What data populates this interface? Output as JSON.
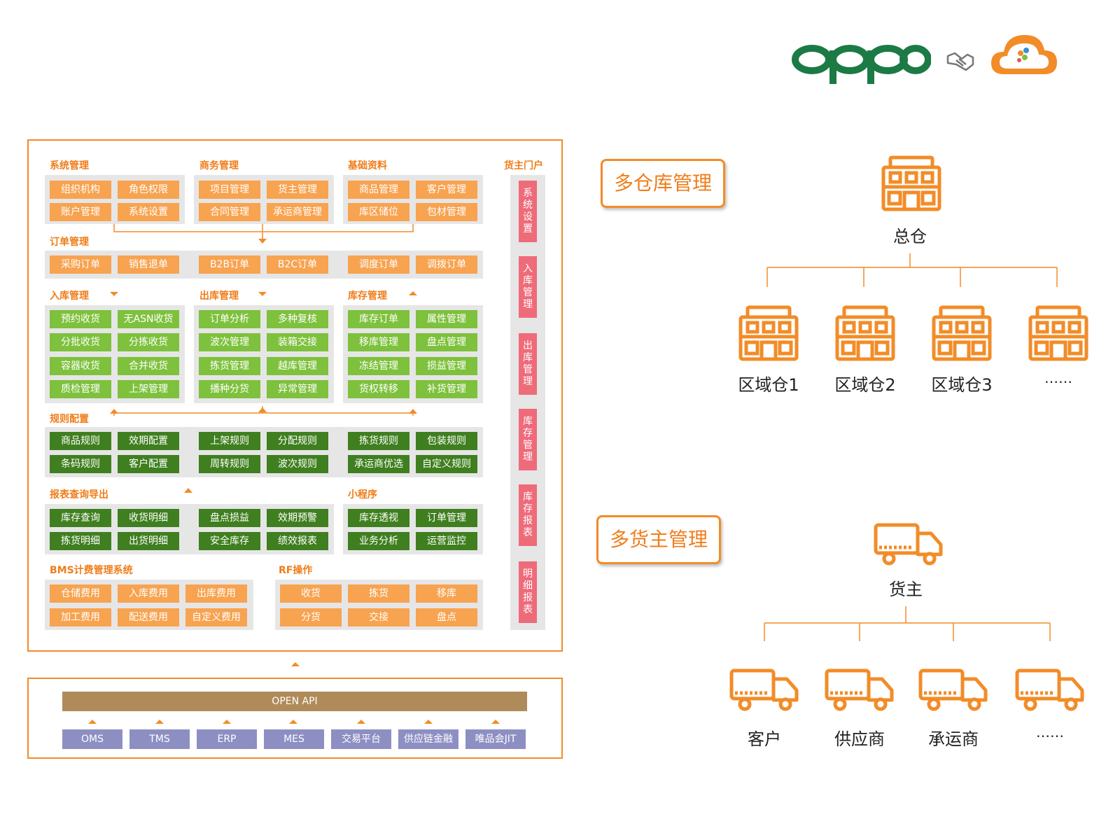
{
  "logos": {
    "brand": "oppo",
    "handshake_icon": "handshake-icon",
    "cloud_icon": "cloud-logo-icon"
  },
  "titles": {
    "sys": "系统管理",
    "biz": "商务管理",
    "base": "基础资料",
    "portal": "货主门户",
    "order": "订单管理",
    "inbound": "入库管理",
    "outbound": "出库管理",
    "stock": "库存管理",
    "rule": "规则配置",
    "report": "报表查询导出",
    "mini": "小程序",
    "bms": "BMS计费管理系统",
    "rf": "RF操作"
  },
  "sys": [
    "组织机构",
    "角色权限",
    "账户管理",
    "系统设置"
  ],
  "biz": [
    "项目管理",
    "货主管理",
    "合同管理",
    "承运商管理"
  ],
  "base": [
    "商品管理",
    "客户管理",
    "库区储位",
    "包材管理"
  ],
  "order": [
    "采购订单",
    "销售退单",
    "B2B订单",
    "B2C订单",
    "调度订单",
    "调拨订单"
  ],
  "inbound": [
    "预约收货",
    "无ASN收货",
    "分批收货",
    "分拣收货",
    "容器收货",
    "合并收货",
    "质检管理",
    "上架管理"
  ],
  "outbound": [
    "订单分析",
    "多种复核",
    "波次管理",
    "装箱交接",
    "拣货管理",
    "越库管理",
    "播种分货",
    "异常管理"
  ],
  "stock": [
    "库存订单",
    "属性管理",
    "移库管理",
    "盘点管理",
    "冻结管理",
    "损益管理",
    "货权转移",
    "补货管理"
  ],
  "rule": [
    "商品规则",
    "效期配置",
    "条码规则",
    "客户配置",
    "上架规则",
    "分配规则",
    "周转规则",
    "波次规则",
    "拣货规则",
    "包装规则",
    "承运商优选",
    "自定义规则"
  ],
  "report": [
    "库存查询",
    "收货明细",
    "拣货明细",
    "出货明细",
    "盘点损益",
    "效期预警",
    "安全库存",
    "绩效报表"
  ],
  "mini": [
    "库存透视",
    "订单管理",
    "业务分析",
    "运营监控"
  ],
  "bms": [
    "仓储费用",
    "入库费用",
    "出库费用",
    "加工费用",
    "配送费用",
    "自定义费用"
  ],
  "rf": [
    "收货",
    "拣货",
    "移库",
    "分货",
    "交接",
    "盘点"
  ],
  "portal": [
    "系统设置",
    "入库管理",
    "出库管理",
    "库存管理",
    "库存报表",
    "明细报表"
  ],
  "api": {
    "label": "OPEN API",
    "systems": [
      "OMS",
      "TMS",
      "ERP",
      "MES",
      "交易平台",
      "供应链金融",
      "唯品会JIT"
    ]
  },
  "warehouse": {
    "label": "多仓库管理",
    "root": "总仓",
    "children": [
      "区域仓1",
      "区域仓2",
      "区域仓3",
      "……"
    ]
  },
  "owner": {
    "label": "多货主管理",
    "root": "货主",
    "children": [
      "客户",
      "供应商",
      "承运商",
      "……"
    ]
  },
  "colors": {
    "accent": "#f28c28",
    "light_orange": "#f7a350",
    "green": "#7ec13d",
    "dark_green": "#3f7f1f",
    "pink": "#ee6b7a",
    "purple": "#8d8fc3",
    "api_brown": "#b08b5a",
    "oppo_green": "#1c7a45"
  }
}
